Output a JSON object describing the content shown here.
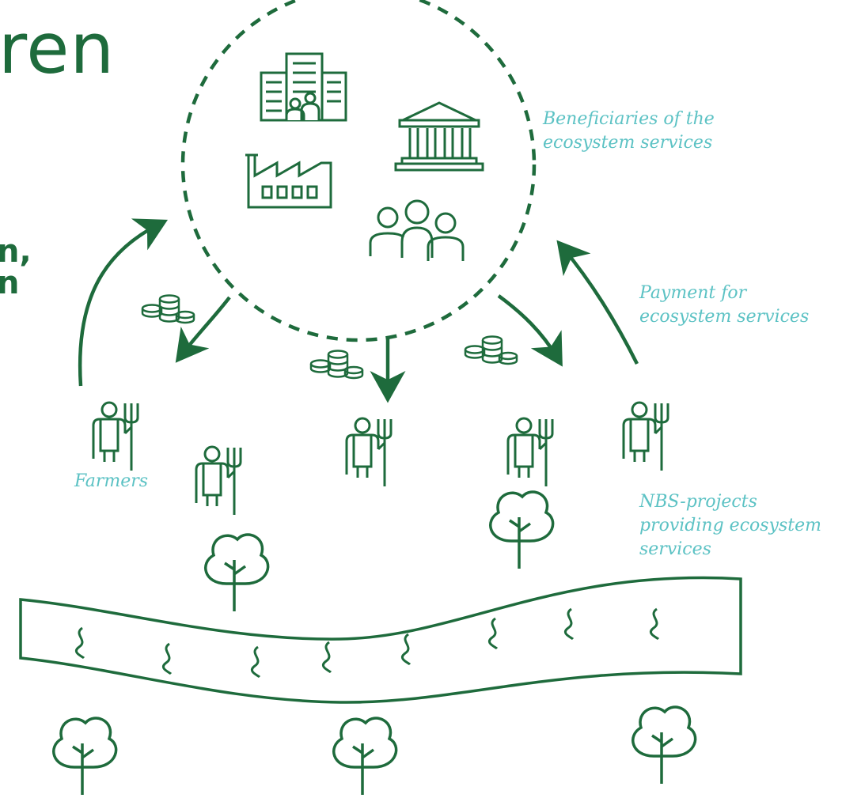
{
  "heading": {
    "title_fragment": "ren",
    "line1_fragment": "n,",
    "line2_fragment": "n"
  },
  "labels": {
    "beneficiaries": "Beneficiaries of the\necosystem services",
    "payment": "Payment for\necosystem services",
    "farmers": "Farmers",
    "nbs": "NBS-projects\nproviding ecosystem\nservices"
  },
  "colors": {
    "primary_green": "#1e6b3c",
    "label_teal": "#5cc2c4",
    "background": "#ffffff"
  },
  "icons": [
    "office-building-icon",
    "bank-icon",
    "factory-icon",
    "people-group-icon",
    "coins-icon",
    "farmer-icon",
    "tree-icon",
    "river-icon",
    "arrow-icon"
  ]
}
